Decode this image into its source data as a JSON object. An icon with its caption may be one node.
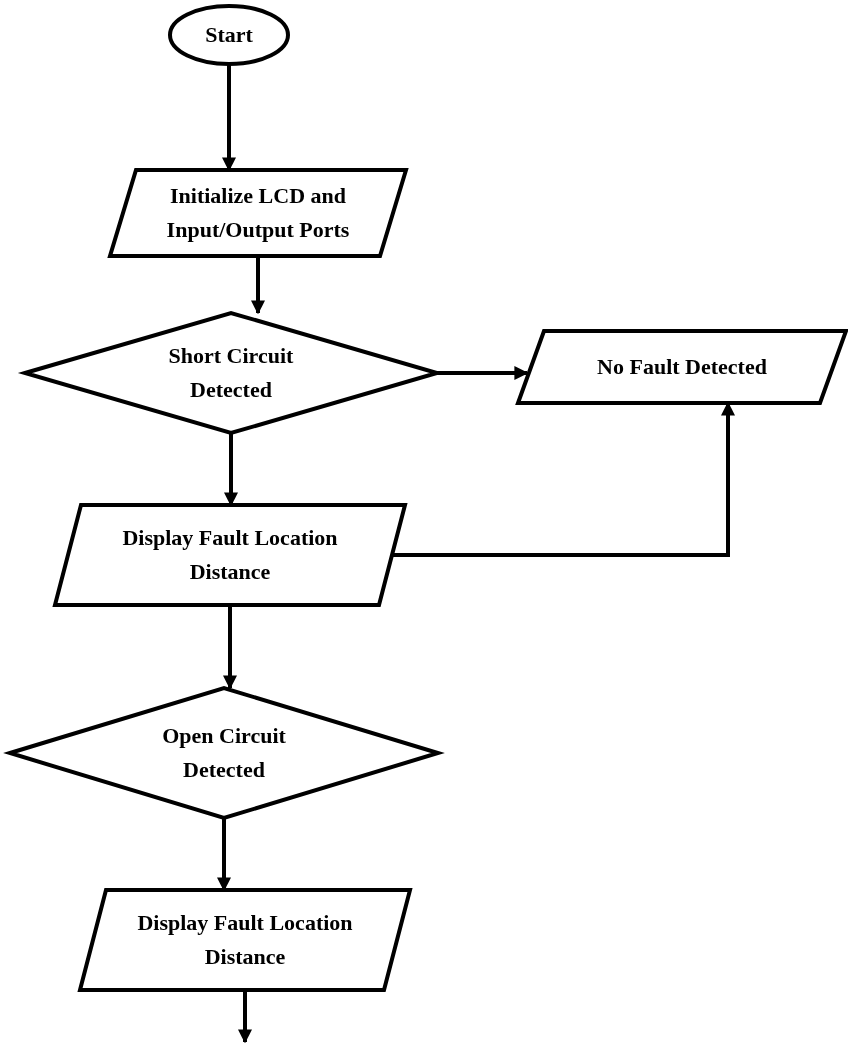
{
  "diagram": {
    "nodes": [
      {
        "text": [
          "Start"
        ]
      },
      {
        "text": [
          "Initialize LCD and Input/Output Ports"
        ]
      },
      {
        "text": [
          "Short Circuit Detected"
        ]
      },
      {
        "text": [
          "No Fault Detected"
        ]
      },
      {
        "text": [
          "Display Fault Location Distance"
        ]
      },
      {
        "text": [
          "Open Circuit Detected"
        ]
      },
      {
        "text": [
          "Display Fault Location Distance"
        ]
      }
    ],
    "edges": [
      {
        "from": 0,
        "to": 1,
        "arrow": "to"
      },
      {
        "from": 1,
        "to": 2,
        "arrow": "to"
      },
      {
        "from": 2,
        "to": 3,
        "arrow": "to"
      },
      {
        "from": 2,
        "to": 4,
        "arrow": "to"
      },
      {
        "from": 4,
        "to": 3,
        "arrow": "to"
      },
      {
        "from": 4,
        "to": 5,
        "arrow": "to"
      },
      {
        "from": 5,
        "to": 6,
        "arrow": "to"
      },
      {
        "from": 6,
        "to": null,
        "arrow": "to"
      }
    ]
  }
}
